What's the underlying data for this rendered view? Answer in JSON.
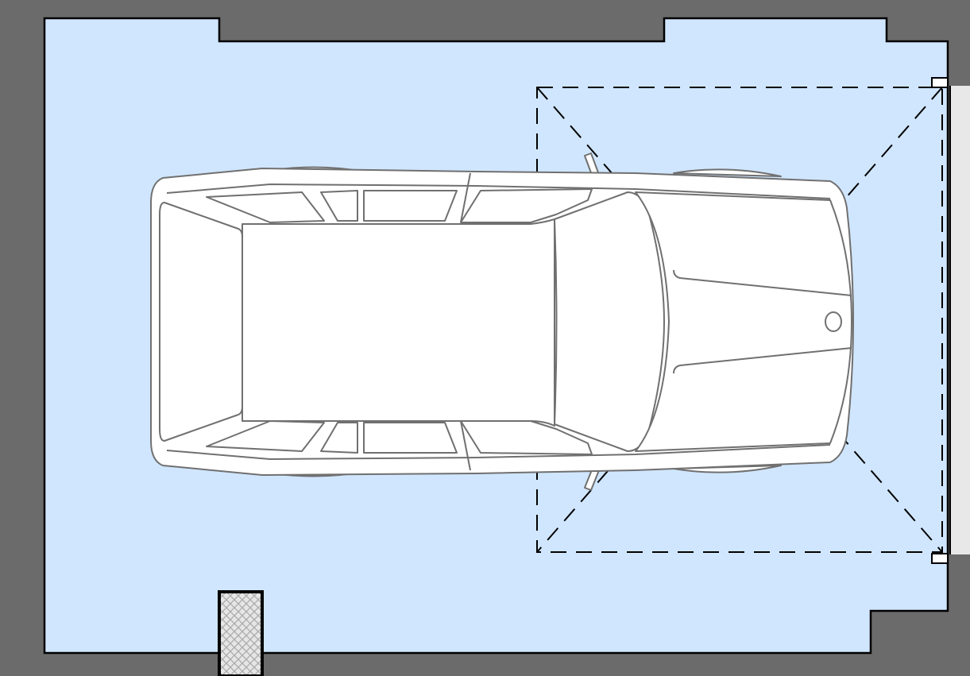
{
  "plan": {
    "colors": {
      "wall": "#6b6b6b",
      "floor": "#d0e6ff",
      "outline": "#000000",
      "car_fill": "#ffffff",
      "car_stroke": "#707070",
      "door_area": "#e8e8e8",
      "column_hatch": "#a9a9a9"
    },
    "elements": {
      "floor": "garage-floor",
      "car": "car-top-view",
      "door": "garage-door-opening",
      "column": "hatched-column",
      "light": "ceiling-light-fixture"
    }
  }
}
